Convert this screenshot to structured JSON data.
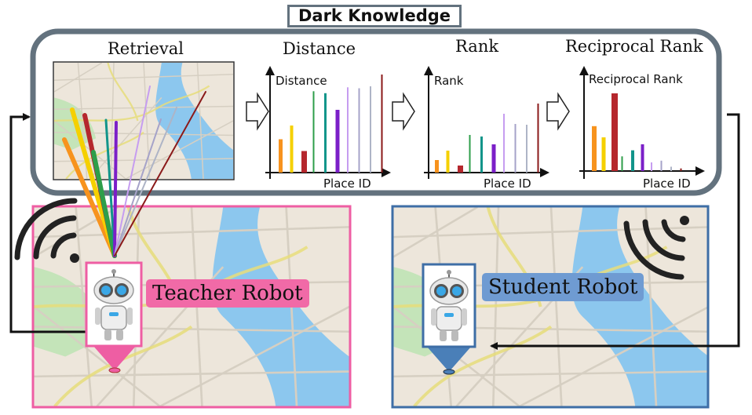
{
  "header": {
    "title": "Dark Knowledge"
  },
  "panels": {
    "retrieval": {
      "title": "Retrieval"
    },
    "distance": {
      "title": "Distance",
      "ylabel": "Distance",
      "xlabel": "Place ID"
    },
    "rank": {
      "title": "Rank",
      "ylabel": "Rank",
      "xlabel": "Place ID"
    },
    "reciprocal": {
      "title": "Reciprocal Rank",
      "ylabel": "Reciprocal Rank",
      "xlabel": "Place ID"
    }
  },
  "robots": {
    "teacher": {
      "label": "Teacher Robot"
    },
    "student": {
      "label": "Student Robot"
    }
  },
  "colors": {
    "frame": "#63727e",
    "teacher": "#ee5ea3",
    "student": "#3e6ea6",
    "map_land": "#ede6db",
    "map_water": "#8cc7ee",
    "map_park": "#bfe3b5",
    "map_road": "#d8d2c6",
    "map_yellow_road": "#ece383"
  },
  "icons": [
    "right-arrow-icon",
    "wifi-signal-icon",
    "robot-icon",
    "location-pin-icon"
  ],
  "chart_data": [
    {
      "type": "bar",
      "title": "Distance",
      "xlabel": "Place ID",
      "ylabel": "Distance",
      "series": [
        {
          "values": [
            0.34,
            0.48,
            0.22,
            0.83,
            0.81,
            0.64,
            0.87,
            0.86,
            0.88,
            1.0
          ]
        }
      ],
      "colors": [
        "#f7931e",
        "#f5d000",
        "#b5272d",
        "#2e9e4a",
        "#12958a",
        "#7b1fc8",
        "#c69df0",
        "#a6a3c9",
        "#aeb4c6",
        "#8b1a1a"
      ]
    },
    {
      "type": "bar",
      "title": "Rank",
      "xlabel": "Place ID",
      "ylabel": "Rank",
      "series": [
        {
          "values": [
            0.16,
            0.28,
            0.09,
            0.48,
            0.46,
            0.36,
            0.75,
            0.62,
            0.61,
            0.88
          ]
        }
      ],
      "colors": [
        "#f7931e",
        "#f5d000",
        "#b5272d",
        "#2e9e4a",
        "#12958a",
        "#7b1fc8",
        "#c69df0",
        "#a6a3c9",
        "#aeb4c6",
        "#8b1a1a"
      ]
    },
    {
      "type": "bar",
      "title": "Reciprocal Rank",
      "xlabel": "Place ID",
      "ylabel": "Reciprocal Rank",
      "series": [
        {
          "values": [
            0.52,
            0.39,
            0.9,
            0.17,
            0.24,
            0.31,
            0.1,
            0.12,
            0.05,
            0.03
          ]
        }
      ],
      "colors": [
        "#f7931e",
        "#f5d000",
        "#b5272d",
        "#2e9e4a",
        "#12958a",
        "#7b1fc8",
        "#c69df0",
        "#a6a3c9",
        "#aeb4c6",
        "#8b1a1a"
      ]
    }
  ]
}
